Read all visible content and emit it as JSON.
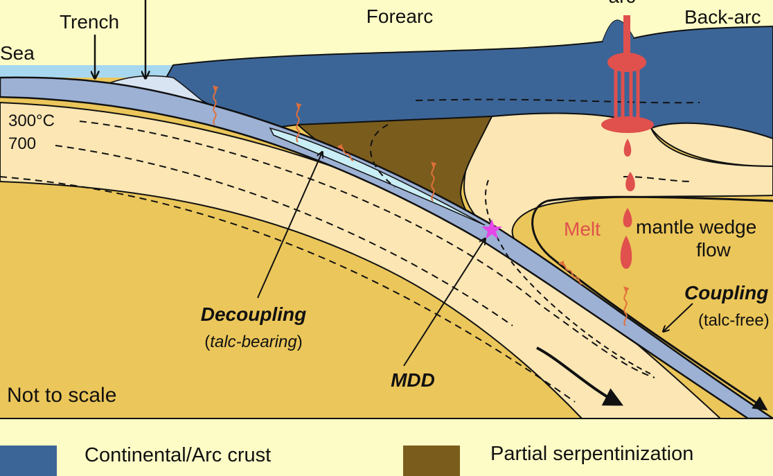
{
  "labels": {
    "trench": "Trench",
    "forearc": "Forearc",
    "arc": "arc",
    "backarc": "Back-arc",
    "sea": "Sea",
    "isotherm_300": "300°C",
    "isotherm_700": "700",
    "melt": "Melt",
    "mantle_wedge_1": "mantle wedge",
    "mantle_wedge_2": "flow",
    "coupling": "Coupling",
    "coupling_sub": "(talc-free)",
    "decoupling": "Decoupling",
    "decoupling_sub_open": "(",
    "decoupling_sub_italic": "talc-bearing",
    "decoupling_sub_close": ")",
    "mdd": "MDD",
    "not_to_scale": "Not to scale"
  },
  "legend": {
    "items": [
      {
        "label": "Continental/Arc crust",
        "color": "#3c6597"
      },
      {
        "label": "Partial serpentinization",
        "color": "#7a5c1d"
      }
    ]
  },
  "colors": {
    "background": "#fdfcc6",
    "sea": "#a8d8ef",
    "continental_crust": "#3c6597",
    "mantle": "#ebc65a",
    "mantle_light": "#fbe6b4",
    "slab_crust": "#9cb1d4",
    "serpentinite": "#7a5c1d",
    "talc": "#c9eef5",
    "magma": "#e0504d",
    "mdd_star": "#e447e8"
  }
}
